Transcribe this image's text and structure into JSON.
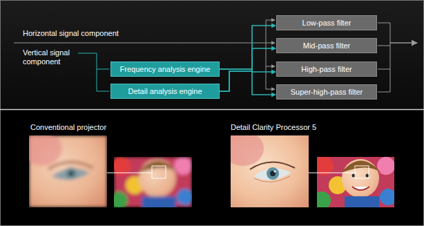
{
  "diagram": {
    "nodes": [
      {
        "text": [
          "Frequency analysis engine"
        ]
      },
      {
        "text": [
          "Detail analysis engine"
        ]
      },
      {
        "text": [
          "Low-pass filter"
        ]
      },
      {
        "text": [
          "Mid-pass filter"
        ]
      },
      {
        "text": [
          "High-pass filter"
        ]
      },
      {
        "text": [
          "Super-high-pass filter"
        ]
      }
    ],
    "edges": [
      {
        "from": 0,
        "to": 2,
        "arrow": "to"
      },
      {
        "from": 0,
        "to": 3,
        "arrow": "to"
      },
      {
        "from": 0,
        "to": 4,
        "arrow": "to"
      },
      {
        "from": 0,
        "to": 5,
        "arrow": "to"
      },
      {
        "from": 1,
        "to": 2,
        "arrow": "to"
      },
      {
        "from": 1,
        "to": 3,
        "arrow": "to"
      },
      {
        "from": 1,
        "to": 4,
        "arrow": "to"
      },
      {
        "from": 1,
        "to": 5,
        "arrow": "to"
      }
    ],
    "labels": [
      "Horizontal signal component",
      "Vertical signal component",
      "Conventional projector",
      "Detail Clarity Processor 5"
    ]
  }
}
